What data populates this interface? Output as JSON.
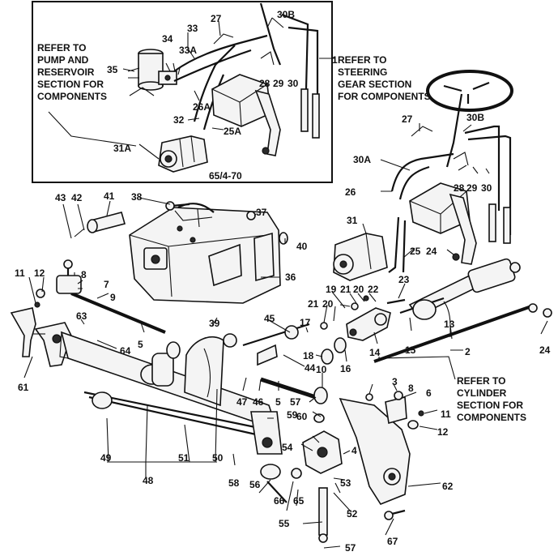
{
  "inset": {
    "note_pump": [
      "REFER TO",
      "PUMP AND",
      "RESERVOIR",
      "SECTION FOR",
      "COMPONENTS"
    ],
    "note_gear": [
      "REFER TO",
      "STEERING",
      "GEAR SECTION",
      "FOR COMPONENTS"
    ],
    "note_gear_marker": "1",
    "model_code": "65/4-70"
  },
  "note_cylinder": [
    "REFER TO",
    "CYLINDER",
    "SECTION FOR",
    "COMPONENTS"
  ],
  "callouts": {
    "c27a": "27",
    "c30Ba": "30B",
    "c33": "33",
    "c33A": "33A",
    "c34": "34",
    "c35": "35",
    "c28a": "28",
    "c29a": "29",
    "c30a": "30",
    "c26A": "26A",
    "c32": "32",
    "c25A": "25A",
    "c31A": "31A",
    "c27b": "27",
    "c30Bb": "30B",
    "c30A": "30A",
    "c28b": "28",
    "c29b": "29",
    "c30b": "30",
    "c26": "26",
    "c31": "31",
    "c25": "25",
    "c24a": "24",
    "c43": "43",
    "c42": "42",
    "c41": "41",
    "c38": "38",
    "c37": "37",
    "c40": "40",
    "c36": "36",
    "c11a": "11",
    "c12a": "12",
    "c8a": "8",
    "c7": "7",
    "c9": "9",
    "c63": "63",
    "c64": "64",
    "c61": "61",
    "c5a": "5",
    "c39": "39",
    "c45": "45",
    "c19": "19",
    "c21a": "21",
    "c20a": "20",
    "c22": "22",
    "c23": "23",
    "c21b": "21",
    "c20b": "20",
    "c17": "17",
    "c18": "18",
    "c16": "16",
    "c14": "14",
    "c15": "15",
    "c13": "13",
    "c24b": "24",
    "c2": "2",
    "c10": "10",
    "c44": "44",
    "c47": "47",
    "c46": "46",
    "c5b": "5",
    "c57a": "57",
    "c3": "3",
    "c8b": "8",
    "c6": "6",
    "c11b": "11",
    "c12b": "12",
    "c60": "60",
    "c59": "59",
    "c54": "54",
    "c4": "4",
    "c49": "49",
    "c51": "51",
    "c50": "50",
    "c48": "48",
    "c58": "58",
    "c56": "56",
    "c66": "66",
    "c65": "65",
    "c53": "53",
    "c52": "52",
    "c62": "62",
    "c55": "55",
    "c67": "67",
    "c57b": "57"
  }
}
